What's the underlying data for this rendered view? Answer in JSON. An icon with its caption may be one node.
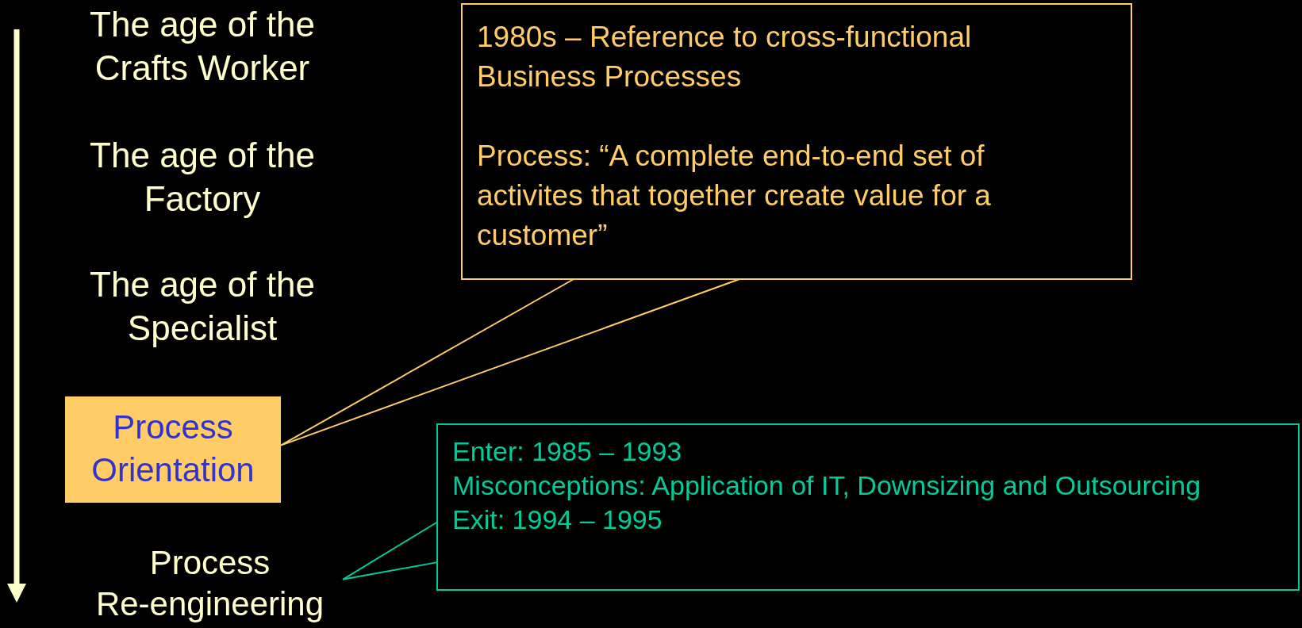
{
  "diagram": {
    "nodes": [
      {
        "text": [
          "1980s – Reference to cross-functional Business Processes",
          "Process: “A complete end-to-end set of activites that together create value for a customer”"
        ]
      },
      {
        "text": [
          "Process Orientation"
        ]
      },
      {
        "text": [
          "Enter: 1985 – 1993",
          "Misconceptions: Application of IT, Downsizing and Outsourcing",
          "Exit: 1994 – 1995"
        ]
      },
      {
        "text": [
          "Process Re-engineering"
        ]
      }
    ],
    "edges": [
      {
        "from": 0,
        "to": 1,
        "arrow": "none"
      },
      {
        "from": 2,
        "to": 3,
        "arrow": "none",
        "color": "#00cc99"
      }
    ],
    "labels": [
      "The age of the Crafts Worker",
      "The age of the Factory",
      "The age of the Specialist"
    ]
  }
}
